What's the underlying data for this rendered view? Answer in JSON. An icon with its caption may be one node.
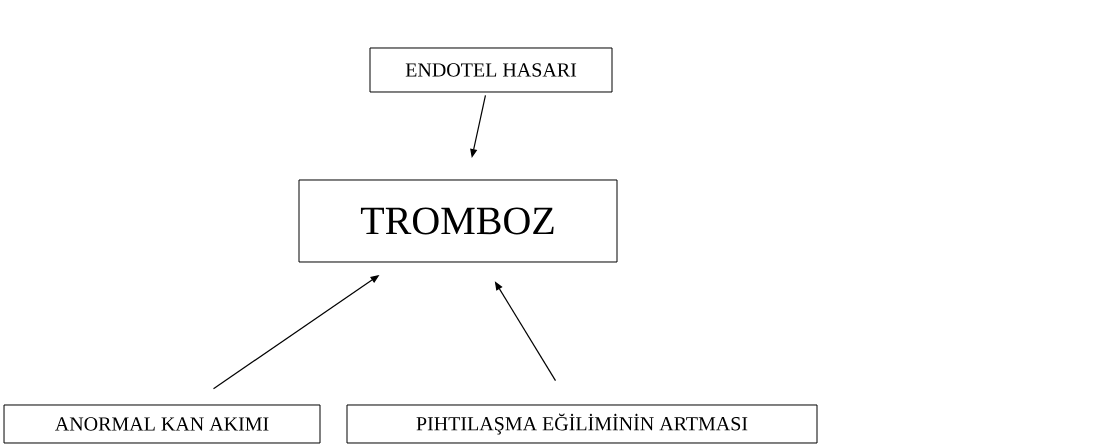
{
  "diagram": {
    "nodes": [
      {
        "text": [
          "ENDOTEL HASARI"
        ]
      },
      {
        "text": [
          "TROMBOZ"
        ]
      },
      {
        "text": [
          "ANORMAL KAN AKIMI"
        ]
      },
      {
        "text": [
          "PIHTILAŞMA EĞİLİMİNİN ARTMASI"
        ]
      }
    ],
    "edges": [
      {
        "from": 0,
        "to": 1,
        "arrow": "to"
      },
      {
        "from": 2,
        "to": 1,
        "arrow": "to"
      },
      {
        "from": 3,
        "to": 1,
        "arrow": "to"
      }
    ]
  }
}
